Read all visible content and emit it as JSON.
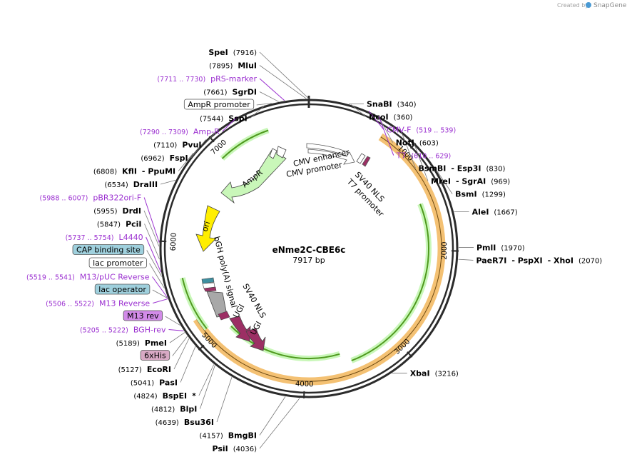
{
  "watermark": {
    "created_by": "Created by",
    "brand": "SnapGene"
  },
  "plasmid": {
    "name": "eNme2C-CBE6c",
    "length": "7917 bp"
  },
  "colors": {
    "backbone": "#2b2b2b",
    "orange_arc": "#f2b65a",
    "green_arc": "#4f9a1e",
    "green_fill": "#c9f7b9",
    "ori": "#ffee00",
    "ugi": "#9c2f64",
    "gray_feat": "#a8a8a8",
    "primer": "#9b30d0",
    "box_blue": "#9fd0dd",
    "box_pink": "#d8a9c4",
    "box_purple": "#d28be8"
  },
  "ticks": [
    {
      "pos": 1000,
      "label": "1000"
    },
    {
      "pos": 2000,
      "label": "2000"
    },
    {
      "pos": 3000,
      "label": "3000"
    },
    {
      "pos": 4000,
      "label": "4000"
    },
    {
      "pos": 5000,
      "label": "5000"
    },
    {
      "pos": 6000,
      "label": "6000"
    },
    {
      "pos": 7000,
      "label": "7000"
    }
  ],
  "sites": [
    {
      "pos": 7916,
      "parts": [
        {
          "t": "SpeI",
          "c": "site"
        },
        {
          "t": "(7916)",
          "c": "num"
        }
      ]
    },
    {
      "pos": 340,
      "parts": [
        {
          "t": "SnaBI",
          "c": "site"
        },
        {
          "t": "(340)",
          "c": "num"
        }
      ]
    },
    {
      "pos": 360,
      "parts": [
        {
          "t": "NcoI",
          "c": "site"
        },
        {
          "t": "(360)",
          "c": "num"
        }
      ]
    },
    {
      "pos": 519,
      "parts": [
        {
          "t": "CMV-F",
          "c": "prim"
        },
        {
          "t": "(519 .. 539)",
          "c": "primnum"
        }
      ]
    },
    {
      "pos": 603,
      "parts": [
        {
          "t": "NotI",
          "c": "site"
        },
        {
          "t": "(603)",
          "c": "num"
        }
      ]
    },
    {
      "pos": 610,
      "parts": [
        {
          "t": "T7",
          "c": "prim"
        },
        {
          "t": "(610 .. 629)",
          "c": "primnum"
        }
      ]
    },
    {
      "pos": 830,
      "parts": [
        {
          "t": "BsmBI",
          "c": "site"
        },
        {
          "t": "- Esp3I",
          "c": "site"
        },
        {
          "t": "(830)",
          "c": "num"
        }
      ]
    },
    {
      "pos": 969,
      "parts": [
        {
          "t": "MreI",
          "c": "site"
        },
        {
          "t": "- SgrAI",
          "c": "site"
        },
        {
          "t": "(969)",
          "c": "num"
        }
      ]
    },
    {
      "pos": 1299,
      "parts": [
        {
          "t": "BsmI",
          "c": "site"
        },
        {
          "t": "(1299)",
          "c": "num"
        }
      ]
    },
    {
      "pos": 1667,
      "parts": [
        {
          "t": "AleI",
          "c": "site"
        },
        {
          "t": "(1667)",
          "c": "num"
        }
      ]
    },
    {
      "pos": 1970,
      "parts": [
        {
          "t": "PmlI",
          "c": "site"
        },
        {
          "t": "(1970)",
          "c": "num"
        }
      ]
    },
    {
      "pos": 2070,
      "parts": [
        {
          "t": "PaeR7I",
          "c": "site"
        },
        {
          "t": "- PspXI",
          "c": "site"
        },
        {
          "t": "- XhoI",
          "c": "site"
        },
        {
          "t": "(2070)",
          "c": "num"
        }
      ]
    },
    {
      "pos": 3216,
      "parts": [
        {
          "t": "XbaI",
          "c": "site"
        },
        {
          "t": "(3216)",
          "c": "num"
        }
      ]
    },
    {
      "pos": 4036,
      "parts": [
        {
          "t": "PsiI",
          "c": "site"
        },
        {
          "t": "(4036)",
          "c": "num"
        }
      ]
    },
    {
      "pos": 4157,
      "parts": [
        {
          "t": "(4157)",
          "c": "num"
        },
        {
          "t": "BmgBI",
          "c": "site"
        }
      ]
    },
    {
      "pos": 4639,
      "parts": [
        {
          "t": "(4639)",
          "c": "num"
        },
        {
          "t": "Bsu36I",
          "c": "site"
        }
      ]
    },
    {
      "pos": 4812,
      "parts": [
        {
          "t": "(4812)",
          "c": "num"
        },
        {
          "t": "BlpI",
          "c": "site"
        }
      ]
    },
    {
      "pos": 4824,
      "parts": [
        {
          "t": "(4824)",
          "c": "num"
        },
        {
          "t": "BspEI",
          "c": "site"
        },
        {
          "t": "*",
          "c": "site"
        }
      ]
    },
    {
      "pos": 5041,
      "parts": [
        {
          "t": "(5041)",
          "c": "num"
        },
        {
          "t": "PasI",
          "c": "site"
        }
      ]
    },
    {
      "pos": 5127,
      "parts": [
        {
          "t": "(5127)",
          "c": "num"
        },
        {
          "t": "EcoRI",
          "c": "site"
        }
      ]
    },
    {
      "pos": 5150,
      "parts": [
        {
          "t": "6xHis",
          "c": "box_pink"
        }
      ]
    },
    {
      "pos": 5189,
      "parts": [
        {
          "t": "(5189)",
          "c": "num"
        },
        {
          "t": "PmeI",
          "c": "site"
        }
      ]
    },
    {
      "pos": 5205,
      "parts": [
        {
          "t": "(5205 .. 5222)",
          "c": "primnum"
        },
        {
          "t": "BGH-rev",
          "c": "prim"
        }
      ]
    },
    {
      "pos": 5260,
      "parts": [
        {
          "t": "M13 rev",
          "c": "box_purple"
        }
      ]
    },
    {
      "pos": 5506,
      "parts": [
        {
          "t": "(5506 .. 5522)",
          "c": "primnum"
        },
        {
          "t": "M13 Reverse",
          "c": "prim"
        }
      ]
    },
    {
      "pos": 5512,
      "parts": [
        {
          "t": "lac operator",
          "c": "box_blue"
        }
      ]
    },
    {
      "pos": 5519,
      "parts": [
        {
          "t": "(5519 .. 5541)",
          "c": "primnum"
        },
        {
          "t": "M13/pUC Reverse",
          "c": "prim"
        }
      ]
    },
    {
      "pos": 5600,
      "parts": [
        {
          "t": "lac promoter",
          "c": "box_white"
        }
      ]
    },
    {
      "pos": 5700,
      "parts": [
        {
          "t": "CAP binding site",
          "c": "box_blue"
        }
      ]
    },
    {
      "pos": 5737,
      "parts": [
        {
          "t": "(5737 .. 5754)",
          "c": "primnum"
        },
        {
          "t": "L4440",
          "c": "prim"
        }
      ]
    },
    {
      "pos": 5847,
      "parts": [
        {
          "t": "(5847)",
          "c": "num"
        },
        {
          "t": "PciI",
          "c": "site"
        }
      ]
    },
    {
      "pos": 5955,
      "parts": [
        {
          "t": "(5955)",
          "c": "num"
        },
        {
          "t": "DrdI",
          "c": "site"
        }
      ]
    },
    {
      "pos": 5988,
      "parts": [
        {
          "t": "(5988 .. 6007)",
          "c": "primnum"
        },
        {
          "t": "pBR322ori-F",
          "c": "prim"
        }
      ]
    },
    {
      "pos": 6534,
      "parts": [
        {
          "t": "(6534)",
          "c": "num"
        },
        {
          "t": "DraIII",
          "c": "site"
        }
      ]
    },
    {
      "pos": 6808,
      "parts": [
        {
          "t": "(6808)",
          "c": "num"
        },
        {
          "t": "KflI",
          "c": "site"
        },
        {
          "t": "- PpuMI",
          "c": "site"
        }
      ]
    },
    {
      "pos": 6962,
      "parts": [
        {
          "t": "(6962)",
          "c": "num"
        },
        {
          "t": "FspI",
          "c": "site"
        }
      ]
    },
    {
      "pos": 7110,
      "parts": [
        {
          "t": "(7110)",
          "c": "num"
        },
        {
          "t": "PvuI",
          "c": "site"
        }
      ]
    },
    {
      "pos": 7290,
      "parts": [
        {
          "t": "(7290 .. 7309)",
          "c": "primnum"
        },
        {
          "t": "Amp-R",
          "c": "prim"
        }
      ]
    },
    {
      "pos": 7544,
      "parts": [
        {
          "t": "(7544)",
          "c": "num"
        },
        {
          "t": "SspI",
          "c": "site"
        }
      ]
    },
    {
      "pos": 7600,
      "parts": [
        {
          "t": "AmpR promoter",
          "c": "box_white"
        }
      ]
    },
    {
      "pos": 7661,
      "parts": [
        {
          "t": "(7661)",
          "c": "num"
        },
        {
          "t": "SgrDI",
          "c": "site"
        }
      ]
    },
    {
      "pos": 7711,
      "parts": [
        {
          "t": "(7711 .. 7730)",
          "c": "primnum"
        },
        {
          "t": "pRS-marker",
          "c": "prim"
        }
      ]
    },
    {
      "pos": 7895,
      "parts": [
        {
          "t": "(7895)",
          "c": "num"
        },
        {
          "t": "MluI",
          "c": "site"
        }
      ]
    }
  ],
  "features": {
    "cmv_enhancer": "CMV enhancer",
    "cmv_promoter": "CMV promoter",
    "sv40_nls_top": "SV40 NLS",
    "t7_promoter": "T7 promoter",
    "ampr": "AmpR",
    "ori": "ori",
    "bgh": "bGH poly(A) signal",
    "sv40_nls_bottom": "SV40 NLS",
    "ugi_1": "UGI",
    "ugi_2": "UGI"
  }
}
